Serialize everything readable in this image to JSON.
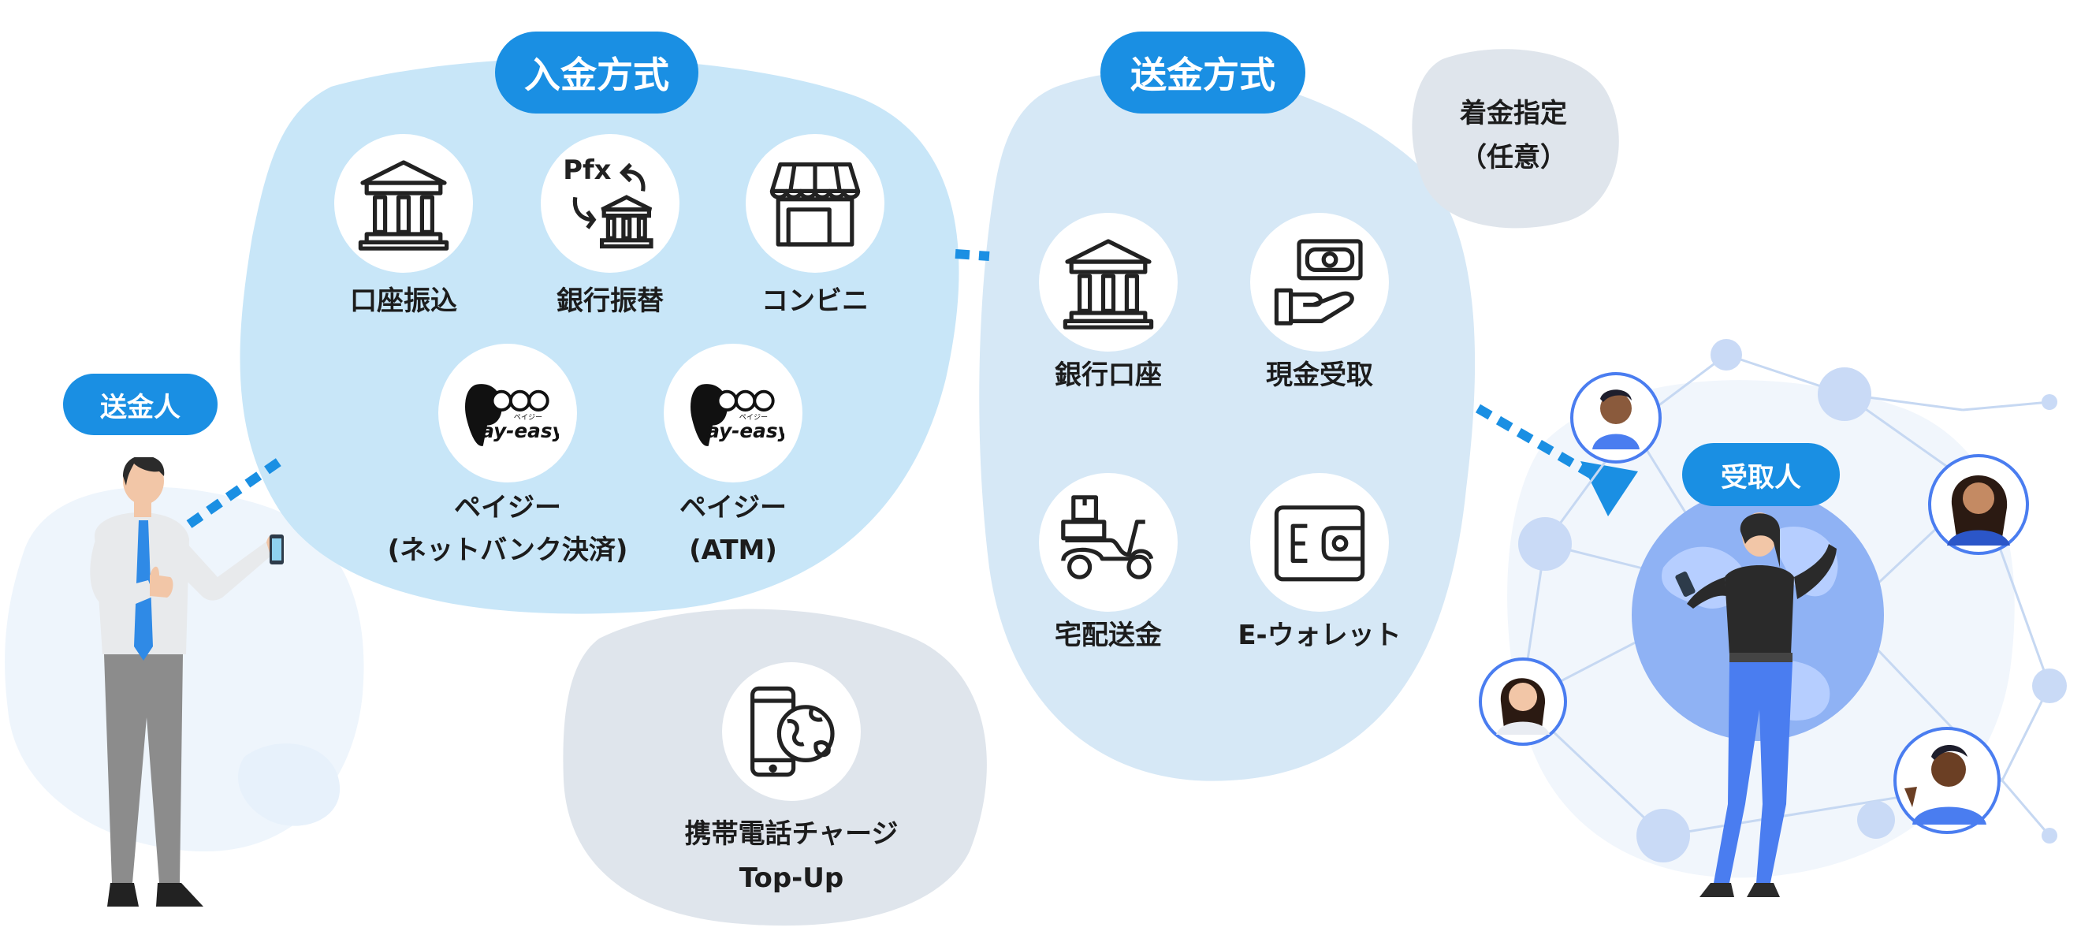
{
  "deposit": {
    "title": "入金方式",
    "items": [
      {
        "label": "口座振込",
        "icon": "bank-icon"
      },
      {
        "label": "銀行振替",
        "icon": "bank-transfer-icon"
      },
      {
        "label": "コンビニ",
        "icon": "store-icon"
      },
      {
        "label": "ペイジー",
        "sub": "(ネットバンク決済)",
        "icon": "payeasy-logo"
      },
      {
        "label": "ペイジー",
        "sub": "(ATM)",
        "icon": "payeasy-logo"
      }
    ],
    "payeasy_logo_text": "ay-easy",
    "payeasy_logo_ruby": "ペイジー"
  },
  "send": {
    "title": "送金方式",
    "items": [
      {
        "label": "銀行口座",
        "icon": "bank-icon"
      },
      {
        "label": "現金受取",
        "icon": "cash-hand-icon"
      },
      {
        "label": "宅配送金",
        "icon": "delivery-scooter-icon"
      },
      {
        "label": "E-ウォレット",
        "icon": "wallet-icon"
      }
    ]
  },
  "designation": {
    "line1": "着金指定",
    "line2": "（任意）"
  },
  "topup": {
    "line1": "携帯電話チャージ",
    "line2": "Top-Up",
    "icon": "phone-globe-icon"
  },
  "sender": {
    "label": "送金人"
  },
  "receiver": {
    "label": "受取人"
  },
  "colors": {
    "accent": "#1a8fe3",
    "deposit_blob": "#c8e6f8",
    "send_blob": "#d6e8f6",
    "gray_blob": "#dfe5ec",
    "people_blue": "#4a7df0"
  }
}
